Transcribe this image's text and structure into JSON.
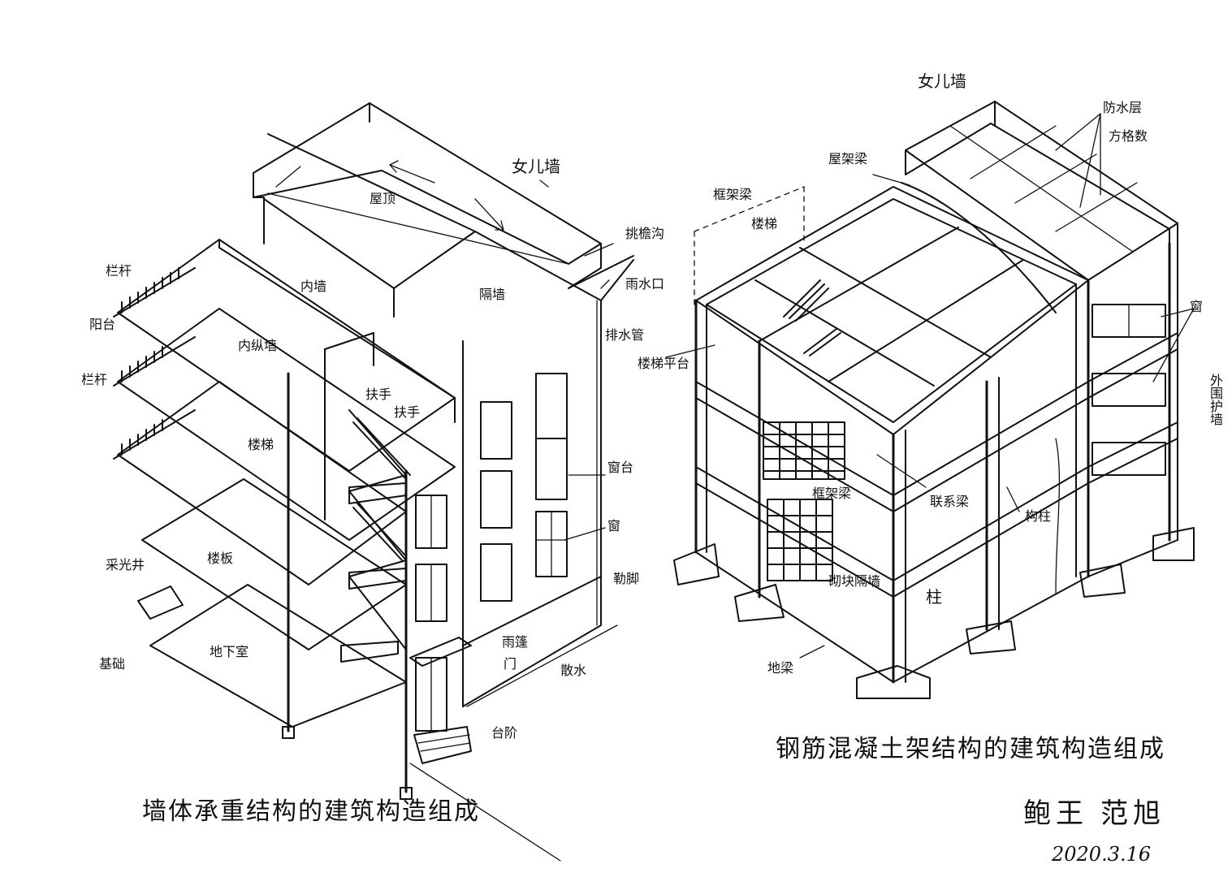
{
  "left_diagram": {
    "caption": "墙体承重结构的建筑构造组成",
    "labels": {
      "parapet": "女儿墙",
      "roof": "屋顶",
      "inner_wall": "内墙",
      "partition": "隔墙",
      "inner_long_wall": "内纵墙",
      "balcony": "阳台",
      "railing": "栏杆",
      "handrail": "扶手",
      "stair_board": "楼板",
      "staircase": "楼梯",
      "drain_cap": "排水管",
      "gutter": "雨水口",
      "window_sill": "窗台",
      "window": "窗",
      "plinth": "勒脚",
      "canopy": "雨篷",
      "door": "门",
      "apron": "散水",
      "steps": "台阶",
      "floor_slab": "楼板",
      "light_well": "采光井",
      "basement": "地下室",
      "foundation": "基础",
      "handrail_top": "扶手",
      "stair_post": "栏杆",
      "eave": "挑檐沟"
    }
  },
  "right_diagram": {
    "caption": "钢筋混凝土架结构的建筑构造组成",
    "labels": {
      "parapet": "女儿墙",
      "waterproof": "防水层",
      "insulation": "方格数",
      "frame_beam": "框架梁",
      "roof_beam": "屋架梁",
      "stair": "楼梯",
      "stair_slab": "楼梯平台",
      "window": "窗",
      "exterior_wall": "外围护墙",
      "frame_beam_low": "框架梁",
      "tie_beam": "联系梁",
      "column_detail": "构柱",
      "block_wall": "砌块隔墙",
      "column": "柱",
      "ground_beam": "地梁"
    }
  },
  "signature": {
    "class": "鲍王",
    "name": "范旭",
    "date": "2020.3.16"
  }
}
